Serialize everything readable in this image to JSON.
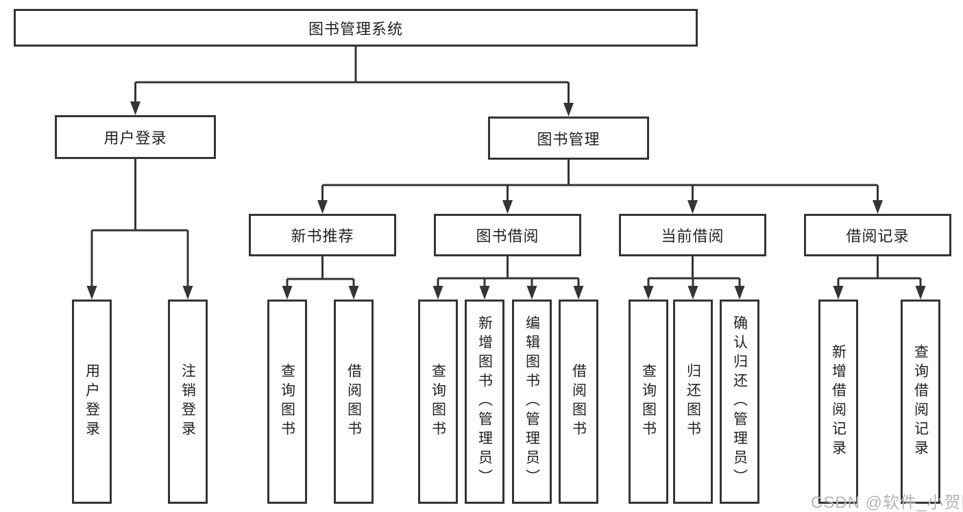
{
  "diagram": {
    "root": {
      "label": "图书管理系统"
    },
    "branches": [
      {
        "label": "用户登录",
        "children": [
          {
            "label": "用户登录"
          },
          {
            "label": "注销登录"
          }
        ]
      },
      {
        "label": "图书管理",
        "children": [
          {
            "label": "新书推荐",
            "children": [
              {
                "label": "查询图书"
              },
              {
                "label": "借阅图书"
              }
            ]
          },
          {
            "label": "图书借阅",
            "children": [
              {
                "label": "查询图书"
              },
              {
                "label": "新增图书（管理员）"
              },
              {
                "label": "编辑图书（管理员）"
              },
              {
                "label": "借阅图书"
              }
            ]
          },
          {
            "label": "当前借阅",
            "children": [
              {
                "label": "查询图书"
              },
              {
                "label": "归还图书"
              },
              {
                "label": "确认归还（管理员）"
              }
            ]
          },
          {
            "label": "借阅记录",
            "children": [
              {
                "label": "新增借阅记录"
              },
              {
                "label": "查询借阅记录"
              }
            ]
          }
        ]
      }
    ]
  },
  "watermark": {
    "text": "CSDN @软件_小贺同学"
  },
  "colors": {
    "line": "#343434",
    "text": "#222222",
    "background": "#ffffff",
    "watermark": "#b5b5b5"
  }
}
